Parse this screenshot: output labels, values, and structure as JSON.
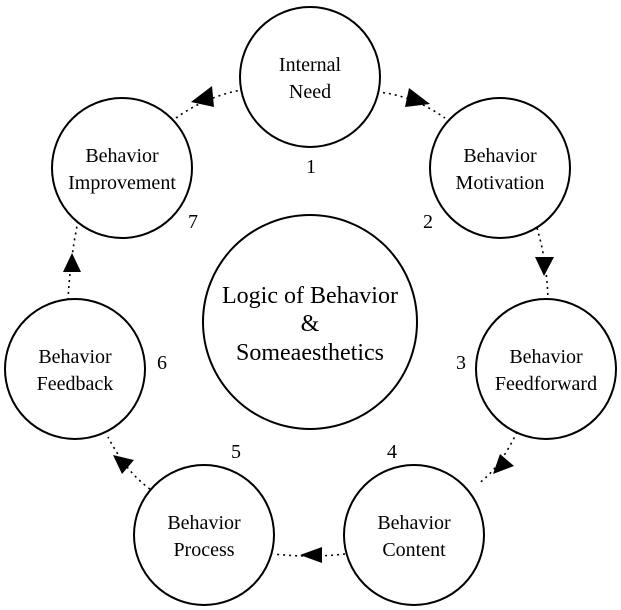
{
  "center": {
    "lines": [
      "Logic of Behavior",
      "&",
      "Someaesthetics"
    ]
  },
  "nodes": [
    {
      "id": "internal-need",
      "lines": [
        "Internal",
        "Need"
      ],
      "number": "1"
    },
    {
      "id": "behavior-motivation",
      "lines": [
        "Behavior",
        "Motivation"
      ],
      "number": "2"
    },
    {
      "id": "behavior-feedforward",
      "lines": [
        "Behavior",
        "Feedforward"
      ],
      "number": "3"
    },
    {
      "id": "behavior-content",
      "lines": [
        "Behavior",
        "Content"
      ],
      "number": "4"
    },
    {
      "id": "behavior-process",
      "lines": [
        "Behavior",
        "Process"
      ],
      "number": "5"
    },
    {
      "id": "behavior-feedback",
      "lines": [
        "Behavior",
        "Feedback"
      ],
      "number": "6"
    },
    {
      "id": "behavior-improvement",
      "lines": [
        "Behavior",
        "Improvement"
      ],
      "number": "7"
    }
  ]
}
